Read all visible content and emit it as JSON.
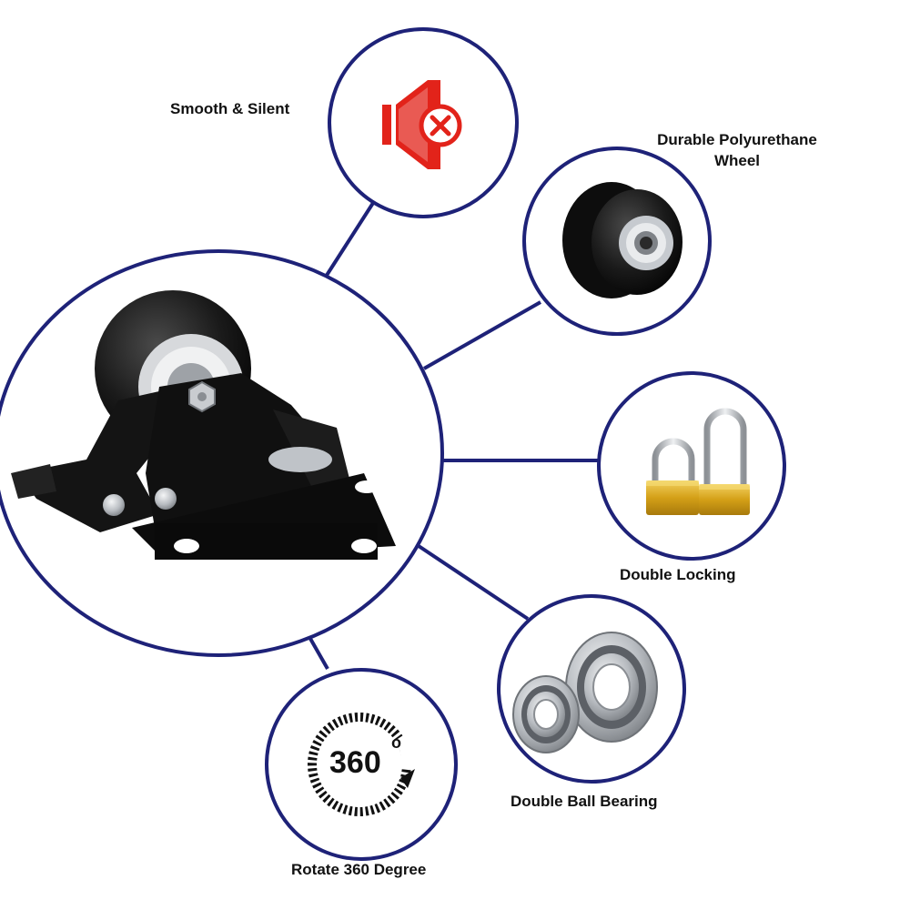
{
  "colors": {
    "ring": "#1e2278",
    "accent_red": "#e2231a",
    "caster_black": "#151515",
    "gold": "#d4a017",
    "steel": "#bfc3c8"
  },
  "features": {
    "smooth": {
      "label": "Smooth & Silent",
      "icon": "muted-speaker-icon"
    },
    "wheel": {
      "label_line1": "Durable Polyurethane",
      "label_line2": "Wheel",
      "icon": "polyurethane-wheel-icon"
    },
    "locking": {
      "label": "Double Locking",
      "icon": "padlock-icon"
    },
    "bearing": {
      "label": "Double Ball Bearing",
      "icon": "ball-bearing-icon"
    },
    "rotate": {
      "label": "Rotate 360 Degree",
      "icon": "rotate-360-icon",
      "badge": "360",
      "degree_mark": "o"
    }
  },
  "product": {
    "icon": "swivel-caster-icon"
  }
}
